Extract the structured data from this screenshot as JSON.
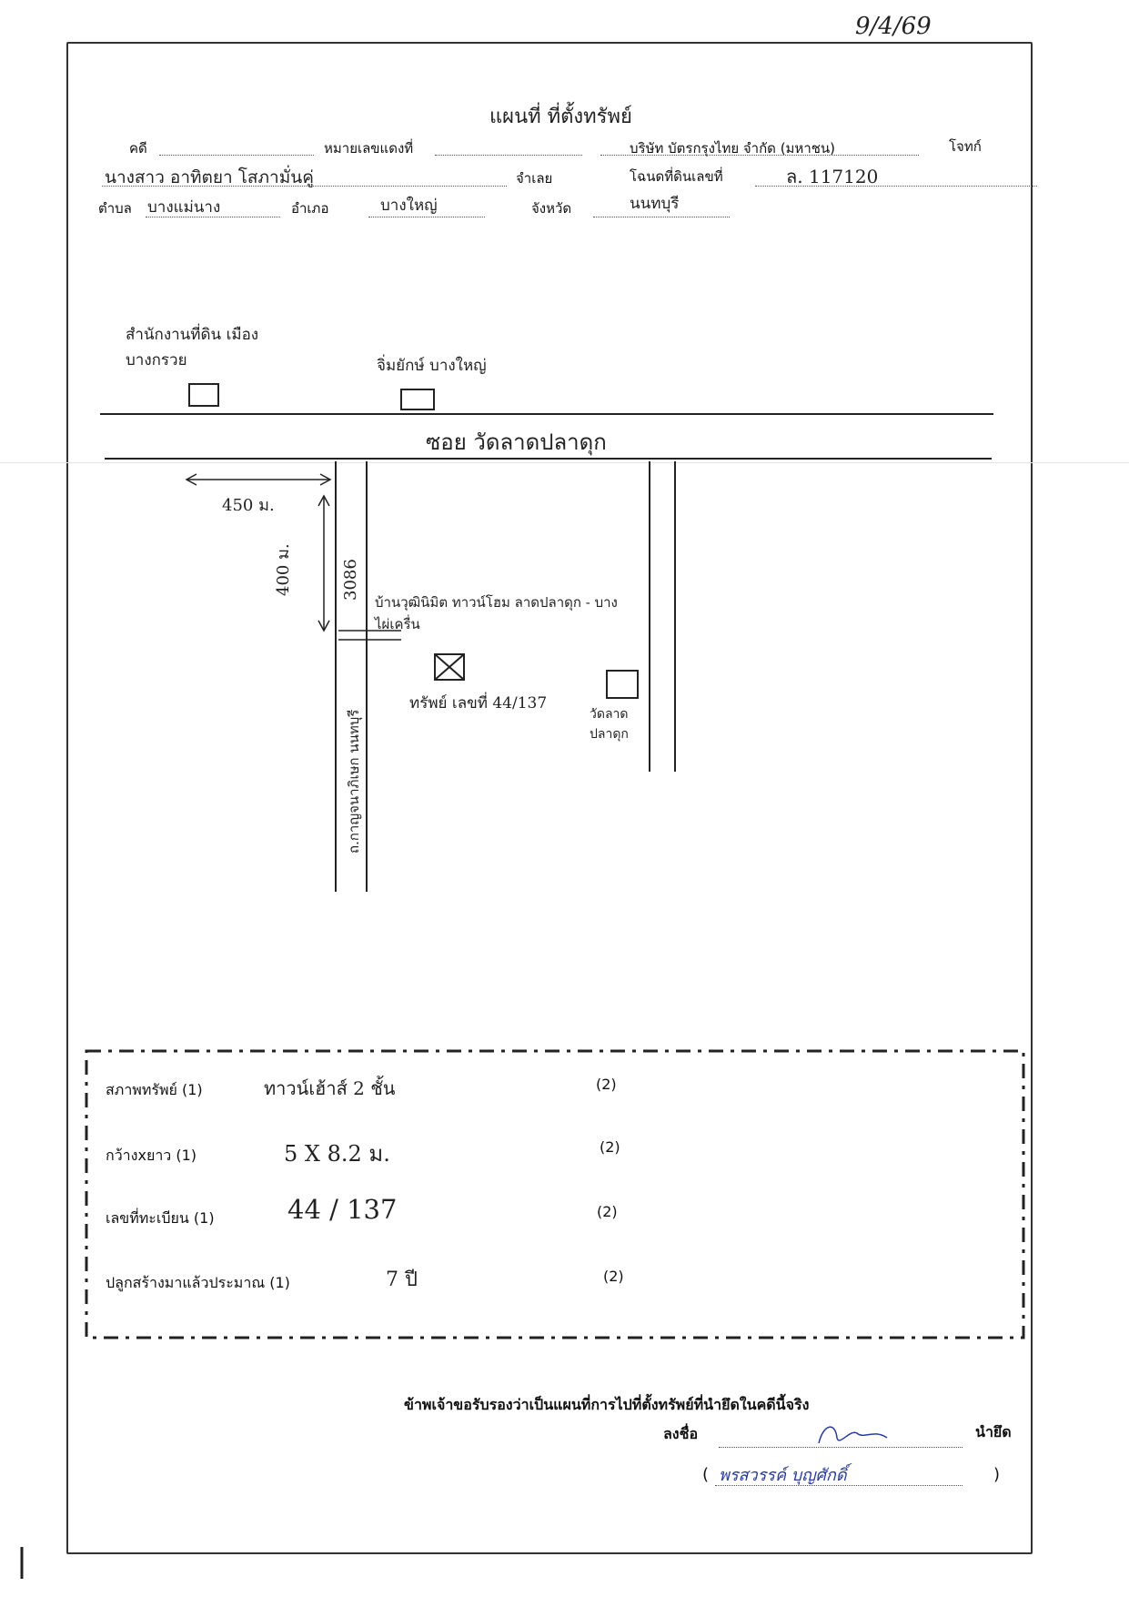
{
  "date_stamp": "9/4/69",
  "title": "แผนที่ ที่ตั้งทรัพย์",
  "header": {
    "case_label": "คดี",
    "red_case_label": "หมายเลขแดงที่",
    "plaintiff": "บริษัท บัตรกรุงไทย จำกัด (มหาชน)",
    "plaintiff_label": "โจทก์",
    "defendant": "นางสาว อาทิตยา โสภามั่นคู่",
    "defendant_label": "จำเลย",
    "deed_label": "โฉนดที่ดินเลขที่",
    "deed_no": "ล. 117120",
    "subdistrict_label": "ตำบล",
    "subdistrict": "บางแม่นาง",
    "district_label": "อำเภอ",
    "district": "บางใหญ่",
    "province_label": "จังหวัด",
    "province": "นนทบุรี"
  },
  "map": {
    "landmark_1": "สำนักงานที่ดิน เมืองบางกรวย",
    "landmark_2": "จิ่มยักษ์ บางใหญ่",
    "main_road": "ซอย วัดลาดปลาดุก",
    "dist_h": "450 ม.",
    "dist_v": "400 ม.",
    "road_number": "3086",
    "side_road": "ถ.กาญจนาภิเษก นนทบุรี",
    "village": "บ้านวุฒินิมิต ทาวน์โฮม ลาดปลาดุก - บางไผ่เครื่น",
    "property_label": "ทรัพย์ เลขที่ 44/137",
    "temple": "วัดลาดปลาดุก"
  },
  "details": {
    "condition_label": "สภาพทรัพย์ (1)",
    "condition_value": "ทาวน์เฮ้าส์ 2 ชั้น",
    "condition_2": "(2)",
    "size_label": "กว้างxยาว (1)",
    "size_value": "5 X 8.2 ม.",
    "size_2": "(2)",
    "reg_label": "เลขที่ทะเบียน (1)",
    "reg_value": "44 / 137",
    "reg_2": "(2)",
    "age_label": "ปลูกสร้างมาแล้วประมาณ (1)",
    "age_value": "7 ปี",
    "age_2": "(2)"
  },
  "footer": {
    "certify": "ข้าพเจ้าขอรับรองว่าเป็นแผนที่การไปที่ตั้งทรัพย์ที่นำยึดในคดีนี้จริง",
    "sign_label": "ลงชื่อ",
    "seizer_label": "นำยึด",
    "open_paren": "(",
    "signer_name": "พรสวรรค์ บุญศักดิ์",
    "close_paren": ")"
  }
}
